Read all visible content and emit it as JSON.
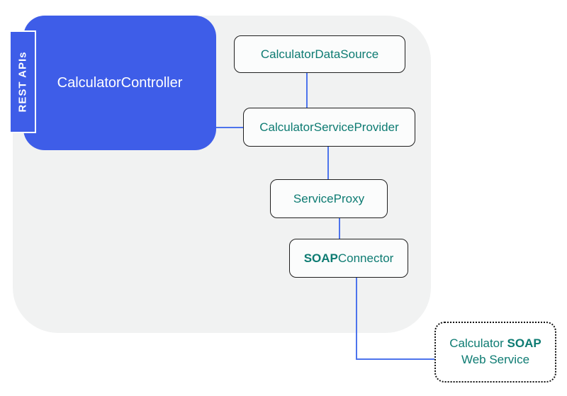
{
  "diagram": {
    "nodes": {
      "rest_apis": {
        "label": "REST APIs"
      },
      "controller": {
        "label": "CalculatorController"
      },
      "data_source": {
        "label": "CalculatorDataSource"
      },
      "service_provider": {
        "label": "CalculatorServiceProvider"
      },
      "service_proxy": {
        "label": "ServiceProxy"
      },
      "soap_connector": {
        "label_bold": "SOAP",
        "label_rest": "Connector"
      },
      "soap_web_service": {
        "line1_prefix": "Calculator ",
        "line1_bold": "SOAP",
        "line2": "Web Service"
      }
    },
    "colors": {
      "controller_fill": "#3e5de8",
      "connector_line": "#4d74ec",
      "node_text_teal": "#0d7b72",
      "node_fill": "#fbfcfc",
      "node_border": "#1f1f1f",
      "boundary_fill": "#f1f2f2",
      "label_text": "#ffffff",
      "dotted_border": "#111111"
    }
  }
}
